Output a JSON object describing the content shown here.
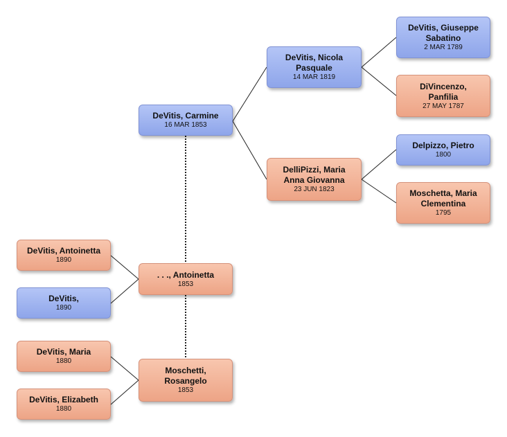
{
  "people": {
    "carmine": {
      "name": "DeVitis, Carmine",
      "date": "16 MAR 1853",
      "gender": "male"
    },
    "nicola": {
      "name": "DeVitis, Nicola\nPasquale",
      "date": "14 MAR 1819",
      "gender": "male"
    },
    "giuseppe": {
      "name": "DeVitis, Giuseppe\nSabatino",
      "date": "2 MAR 1789",
      "gender": "male"
    },
    "panfilia": {
      "name": "DiVincenzo,\nPanfilia",
      "date": "27 MAY 1787",
      "gender": "female"
    },
    "maria_anna": {
      "name": "DelliPizzi, Maria\nAnna Giovanna",
      "date": "23 JUN 1823",
      "gender": "female"
    },
    "pietro": {
      "name": "Delpizzo, Pietro",
      "date": "1800",
      "gender": "male"
    },
    "clementina": {
      "name": "Moschetta, Maria\nClementina",
      "date": "1795",
      "gender": "female"
    },
    "antoinetta_sp": {
      "name": ". . ., Antoinetta",
      "date": "1853",
      "gender": "female"
    },
    "antoinetta_c": {
      "name": "DeVitis, Antoinetta",
      "date": "1890",
      "gender": "female"
    },
    "devitis_c": {
      "name": "DeVitis,",
      "date": "1890",
      "gender": "male"
    },
    "rosangelo": {
      "name": "Moschetti,\nRosangelo",
      "date": "1853",
      "gender": "female"
    },
    "maria_c": {
      "name": "DeVitis, Maria",
      "date": "1880",
      "gender": "female"
    },
    "elizabeth_c": {
      "name": "DeVitis, Elizabeth",
      "date": "1880",
      "gender": "female"
    }
  },
  "colors": {
    "male_top": "#b4c5f6",
    "male_bottom": "#8ea5ea",
    "female_top": "#f8c6ae",
    "female_bottom": "#eda486",
    "line": "#222222"
  }
}
